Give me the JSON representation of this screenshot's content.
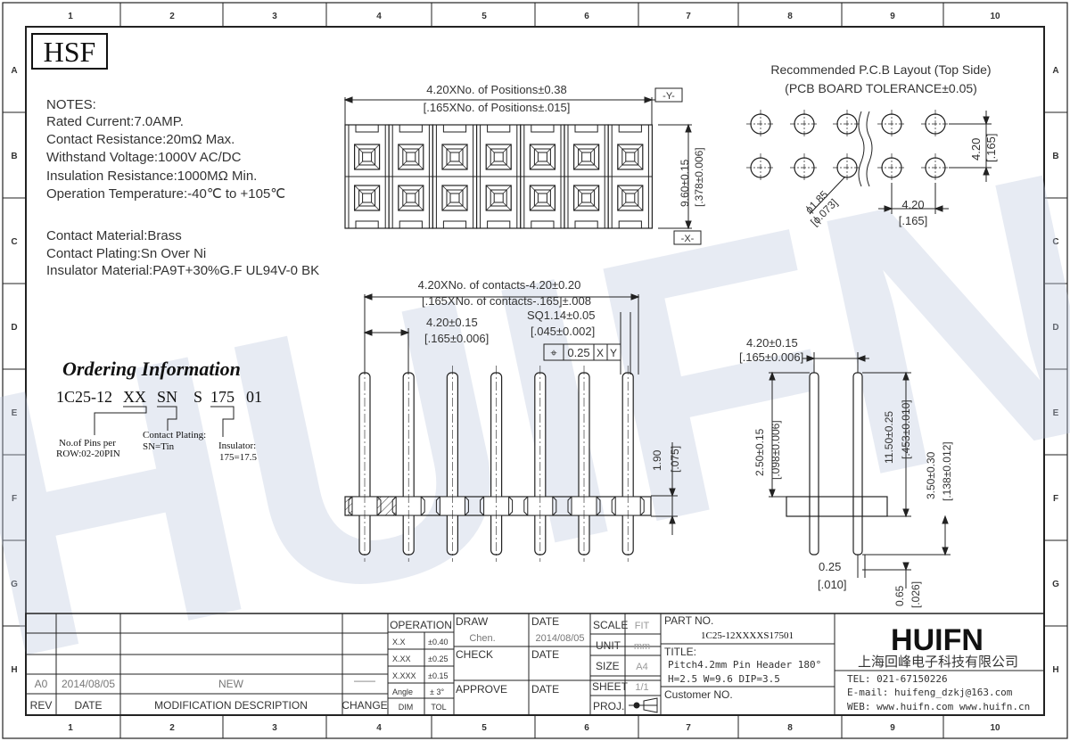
{
  "frame": {
    "top_numbers": [
      "1",
      "2",
      "3",
      "4",
      "5",
      "6",
      "7",
      "8",
      "9",
      "10"
    ],
    "side_letters": [
      "A",
      "B",
      "C",
      "D",
      "E",
      "F",
      "G",
      "H"
    ]
  },
  "logo": {
    "text": "HSF"
  },
  "watermark": {
    "text": "HUIFN"
  },
  "notes": {
    "lines": [
      "NOTES:",
      "Rated Current:7.0AMP.",
      "Contact Resistance:20mΩ Max.",
      "Withstand Voltage:1000V AC/DC",
      "Insulation Resistance:1000MΩ Min.",
      "Operation Temperature:-40℃ to +105℃"
    ],
    "material_lines": [
      "Contact Material:Brass",
      "Contact Plating:Sn Over Ni",
      "Insulator Material:PA9T+30%G.F UL94V-0 BK"
    ]
  },
  "ordering": {
    "title": "Ordering Information",
    "code_parts": [
      "1C25-12",
      "XX",
      "SN",
      "S",
      "175",
      "01"
    ],
    "labels": {
      "pins_1": "No.of Pins per",
      "pins_2": "ROW:02-20PIN",
      "plating_1": "Contact Plating:",
      "plating_2": "SN=Tin",
      "insulator_1": "Insulator:",
      "insulator_2": "175=17.5"
    }
  },
  "top_view": {
    "width_dim_1": "4.20XNo. of Positions±0.38",
    "width_dim_2": "[.165XNo. of Positions±.015]",
    "datum_y": "-Y-",
    "datum_x": "-X-",
    "height_dim_1": "9.60±0.15",
    "height_dim_2": "[.378±0.006]",
    "columns": 7
  },
  "pcb_layout": {
    "title_1": "Recommended P.C.B Layout (Top Side)",
    "title_2": "(PCB BOARD TOLERANCE±0.05)",
    "row_pitch_1": "4.20",
    "row_pitch_2": "[.165]",
    "col_pitch_1": "4.20",
    "col_pitch_2": "[.165]",
    "hole_1": "ϕ1.85",
    "hole_2": "[ϕ.073]"
  },
  "front_view": {
    "overall_1": "4.20XNo. of contacts-4.20±0.20",
    "overall_2": "[.165XNo. of contacts-.165]±.008",
    "pitch_1": "4.20±0.15",
    "pitch_2": "[.165±0.006]",
    "sq_1": "SQ1.14±0.05",
    "sq_2": "[.045±0.002]",
    "tol_sym": "⌖",
    "tol_val": "0.25",
    "tol_x": "X",
    "tol_y": "Y",
    "h1_1": "1.90",
    "h1_2": "[.075]",
    "pins": 7
  },
  "side_view": {
    "pitch_1": "4.20±0.15",
    "pitch_2": "[.165±0.006]",
    "d1_1": "2.50±0.15",
    "d1_2": "[.098±0.006]",
    "d2_1": "11.50±0.25",
    "d2_2": "[.453±0.010]",
    "d3_1": "3.50±0.30",
    "d3_2": "[.138±0.012]",
    "d4_1": "0.25",
    "d4_2": "[.010]",
    "d5_1": "0.65",
    "d5_2": "[.026]"
  },
  "title_block": {
    "rev_header": "REV",
    "date_header": "DATE",
    "desc_header": "MODIFICATION  DESCRIPTION",
    "change_header": "CHANGE",
    "rev_row": {
      "rev": "A0",
      "date": "2014/08/05",
      "desc": "NEW",
      "change": "——"
    },
    "operation": "OPERATION",
    "tol_rows": [
      [
        "X.X",
        "±0.40"
      ],
      [
        "X.XX",
        "±0.25"
      ],
      [
        "X.XXX",
        "±0.15"
      ],
      [
        "Angle",
        "± 3°"
      ]
    ],
    "dim": "DIM",
    "tol": "TOL",
    "draw": "DRAW",
    "draw_val": "Chen.",
    "check": "CHECK",
    "approve": "APPROVE",
    "date": "DATE",
    "date_val": "2014/08/05",
    "scale": "SCALE",
    "scale_val": "FIT",
    "unit": "UNIT",
    "unit_val": "mm",
    "size": "SIZE",
    "size_val": "A4",
    "sheet": "SHEET",
    "sheet_val": "1/1",
    "proj": "PROJ.",
    "part_no_label": "PART NO.",
    "part_no": "1C25-12XXXXS17501",
    "title_label": "TITLE:",
    "title_1": "Pitch4.2mm Pin Header 180°",
    "title_2": "H=2.5 W=9.6 DIP=3.5",
    "customer_label": "Customer NO.",
    "company_logo": "HUIFN",
    "company_cn": "上海回峰电子科技有限公司",
    "tel": "TEL: 021-67150226",
    "email": "E-mail: huifeng_dzkj@163.com",
    "web": "WEB: www.huifn.com  www.huifn.cn"
  }
}
